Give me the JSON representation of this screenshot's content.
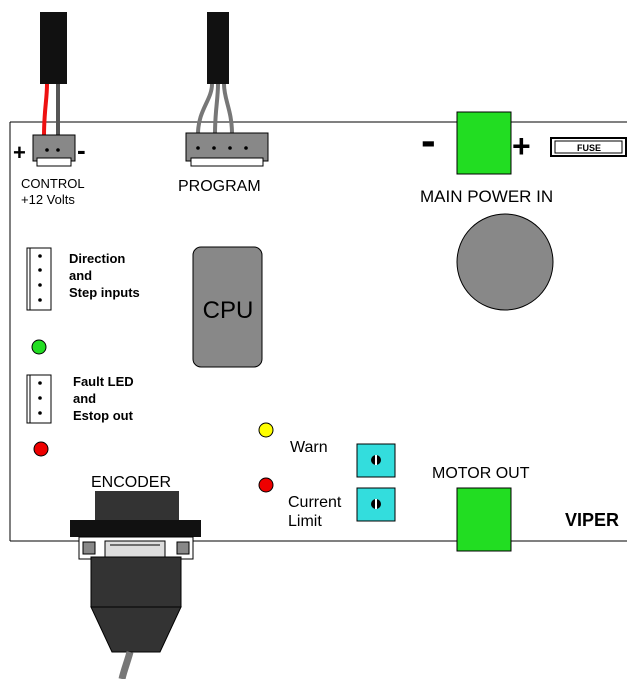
{
  "labels": {
    "control_plus": "+",
    "control_minus": "-",
    "control_line1": "CONTROL",
    "control_line2": "+12 Volts",
    "program": "PROGRAM",
    "power_minus": "-",
    "power_plus": "+",
    "fuse": "FUSE",
    "main_power": "MAIN POWER IN",
    "cpu": "CPU",
    "dir_line1": "Direction",
    "dir_line2": "and",
    "dir_line3": "Step inputs",
    "fault_line1": "Fault LED",
    "fault_line2": "and",
    "fault_line3": "Estop out",
    "warn": "Warn",
    "current_line1": "Current",
    "current_line2": "Limit",
    "motor_out": "MOTOR OUT",
    "encoder": "ENCODER",
    "viper": "VIPER"
  },
  "colors": {
    "green_connector": "#22dd22",
    "green_led": "#22dd22",
    "red_led": "#ee0000",
    "yellow_led": "#ffff00",
    "pot_cyan": "#33dddd",
    "cpu_gray": "#888888",
    "dark_gray": "#4a4a4a",
    "red_wire": "#ee1111"
  }
}
